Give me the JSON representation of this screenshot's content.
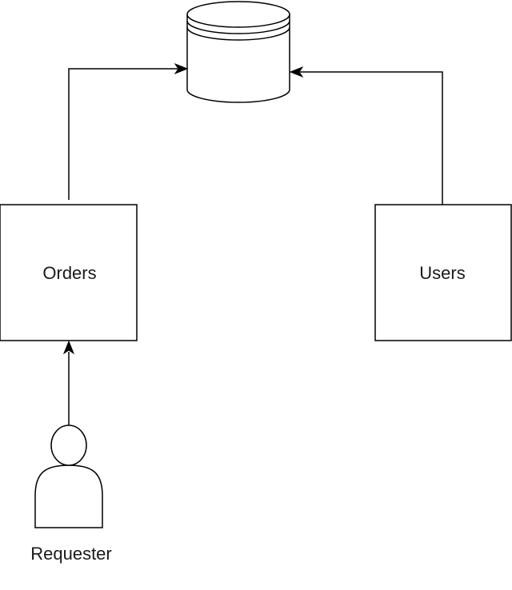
{
  "diagram": {
    "nodes": {
      "database": {
        "label": ""
      },
      "orders": {
        "label": "Orders"
      },
      "users": {
        "label": "Users"
      },
      "requester": {
        "label": "Requester"
      }
    },
    "edges": [
      {
        "from": "requester",
        "to": "orders"
      },
      {
        "from": "orders",
        "to": "database"
      },
      {
        "from": "users",
        "to": "database"
      }
    ]
  }
}
